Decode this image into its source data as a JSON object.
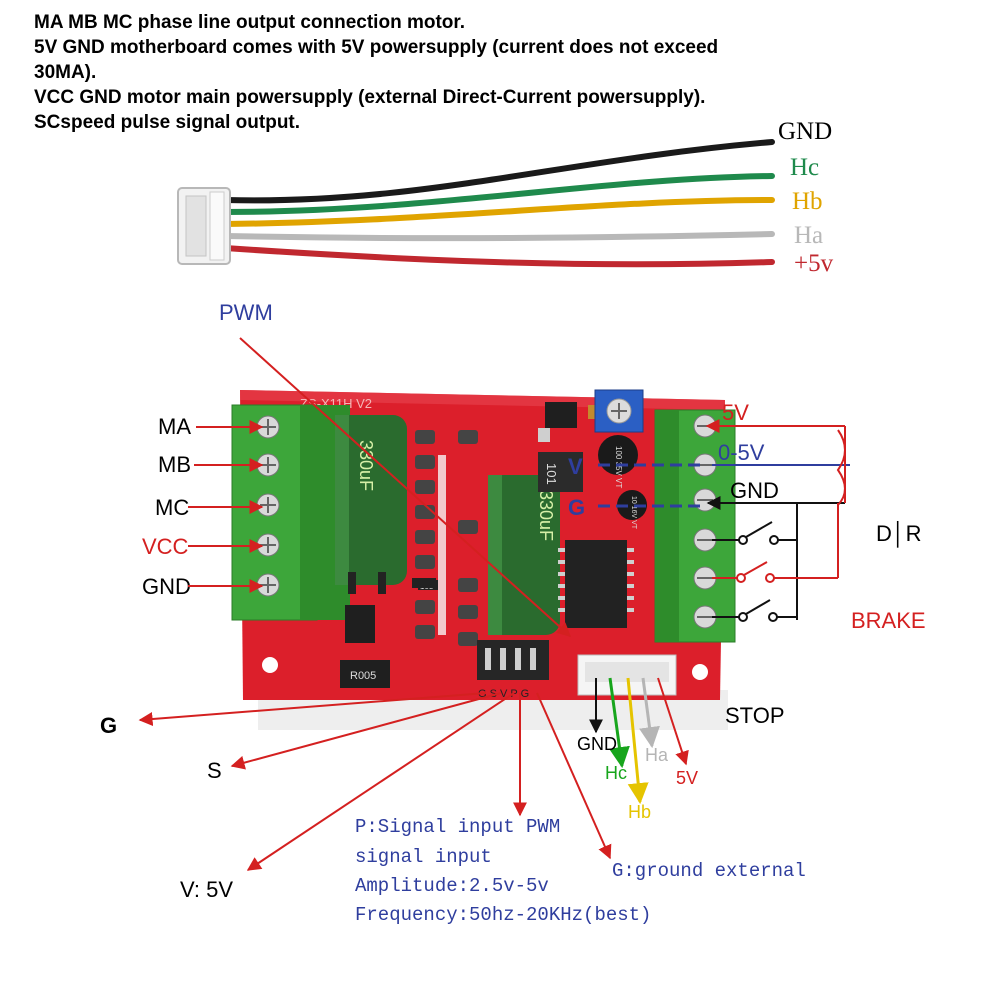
{
  "intro_lines": [
    "MA MB MC phase line output connection motor.",
    "5V GND motherboard comes with 5V powersupply (current does not exceed 30MA).",
    "VCC GND motor main powersupply (external Direct-Current powersupply).",
    "SCspeed pulse signal output."
  ],
  "hall_wires": [
    {
      "label": "GND",
      "color": "#1a1a1a"
    },
    {
      "label": "Hc",
      "color": "#1f8a4c"
    },
    {
      "label": "Hb",
      "color": "#e0a400"
    },
    {
      "label": "Ha",
      "color": "#b8b8b8"
    },
    {
      "label": "+5v",
      "color": "#c0282f"
    }
  ],
  "pwm_label": "PWM",
  "motor_terminals": [
    "MA",
    "MB",
    "MC",
    "VCC",
    "GND"
  ],
  "control_terminals": {
    "top": "5V",
    "speed": "0-5V",
    "ground": "GND"
  },
  "pot_markers": {
    "v": "V",
    "g": "G"
  },
  "board_prints": {
    "model": "ZS-X11H V2",
    "cap_large": "330uF",
    "cap_small_left": "100 35V VT",
    "cap_small_right": "10 16V VT",
    "smd_code": "101",
    "resistor": "R005",
    "small_smd": "103",
    "bottom_pins": "G S V P G"
  },
  "dir_label": "D│R",
  "brake_label": "BRAKE",
  "stop_label": "STOP",
  "left_signals": {
    "g": "G",
    "s": "S",
    "v": "V: 5V"
  },
  "hall_connector_labels": [
    {
      "label": "GND",
      "color": "#000000"
    },
    {
      "label": "Hc",
      "color": "#17a51c"
    },
    {
      "label": "Hb",
      "color": "#e5c400"
    },
    {
      "label": "Ha",
      "color": "#b5b5b5"
    },
    {
      "label": "5V",
      "color": "#d42020"
    }
  ],
  "pwm_notes": [
    "P:Signal input PWM",
    "signal input",
    "Amplitude:2.5v-5v",
    "Frequency:50hz-20KHz(best)"
  ],
  "ground_note": "G:ground external",
  "colors": {
    "board": "#dc1f2b",
    "terminal": "#3da63a",
    "capacitor": "#2a6b2e",
    "arrow_red": "#d42020",
    "text_blue": "#2f3e9e"
  }
}
